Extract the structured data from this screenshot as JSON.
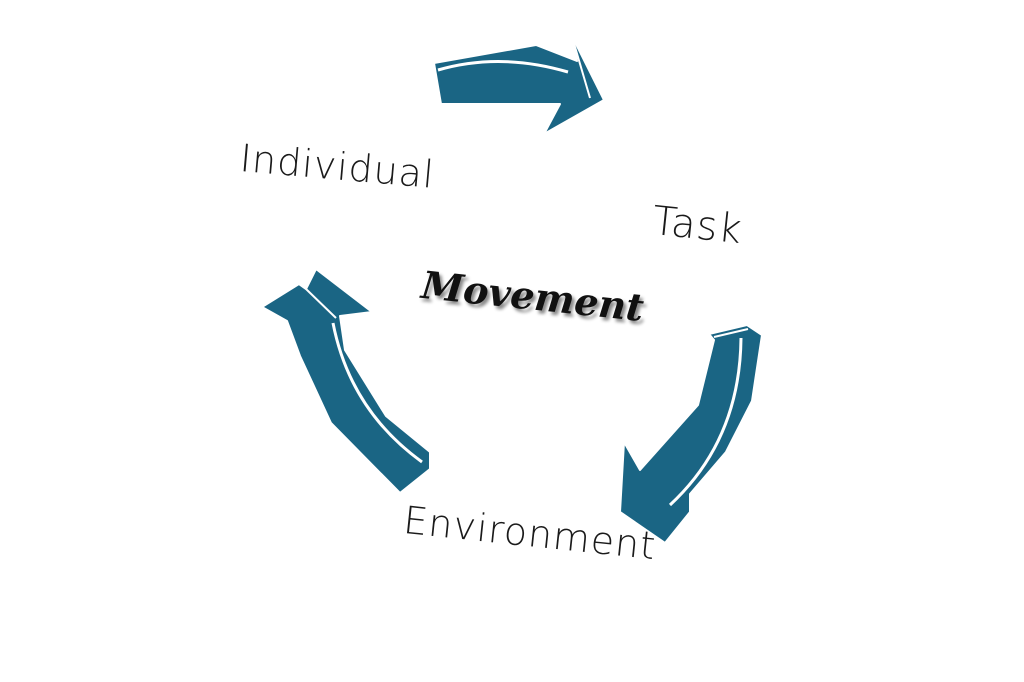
{
  "diagram": {
    "center_label": "Movement",
    "nodes": [
      {
        "id": "individual",
        "label": "Individual"
      },
      {
        "id": "task",
        "label": "Task"
      },
      {
        "id": "environment",
        "label": "Environment"
      }
    ],
    "cycle_order": [
      "individual",
      "task",
      "environment"
    ],
    "arrow_color": "#1a6584",
    "arrow_highlight_color": "#ffffff",
    "text_color": "#1a1a1a"
  }
}
